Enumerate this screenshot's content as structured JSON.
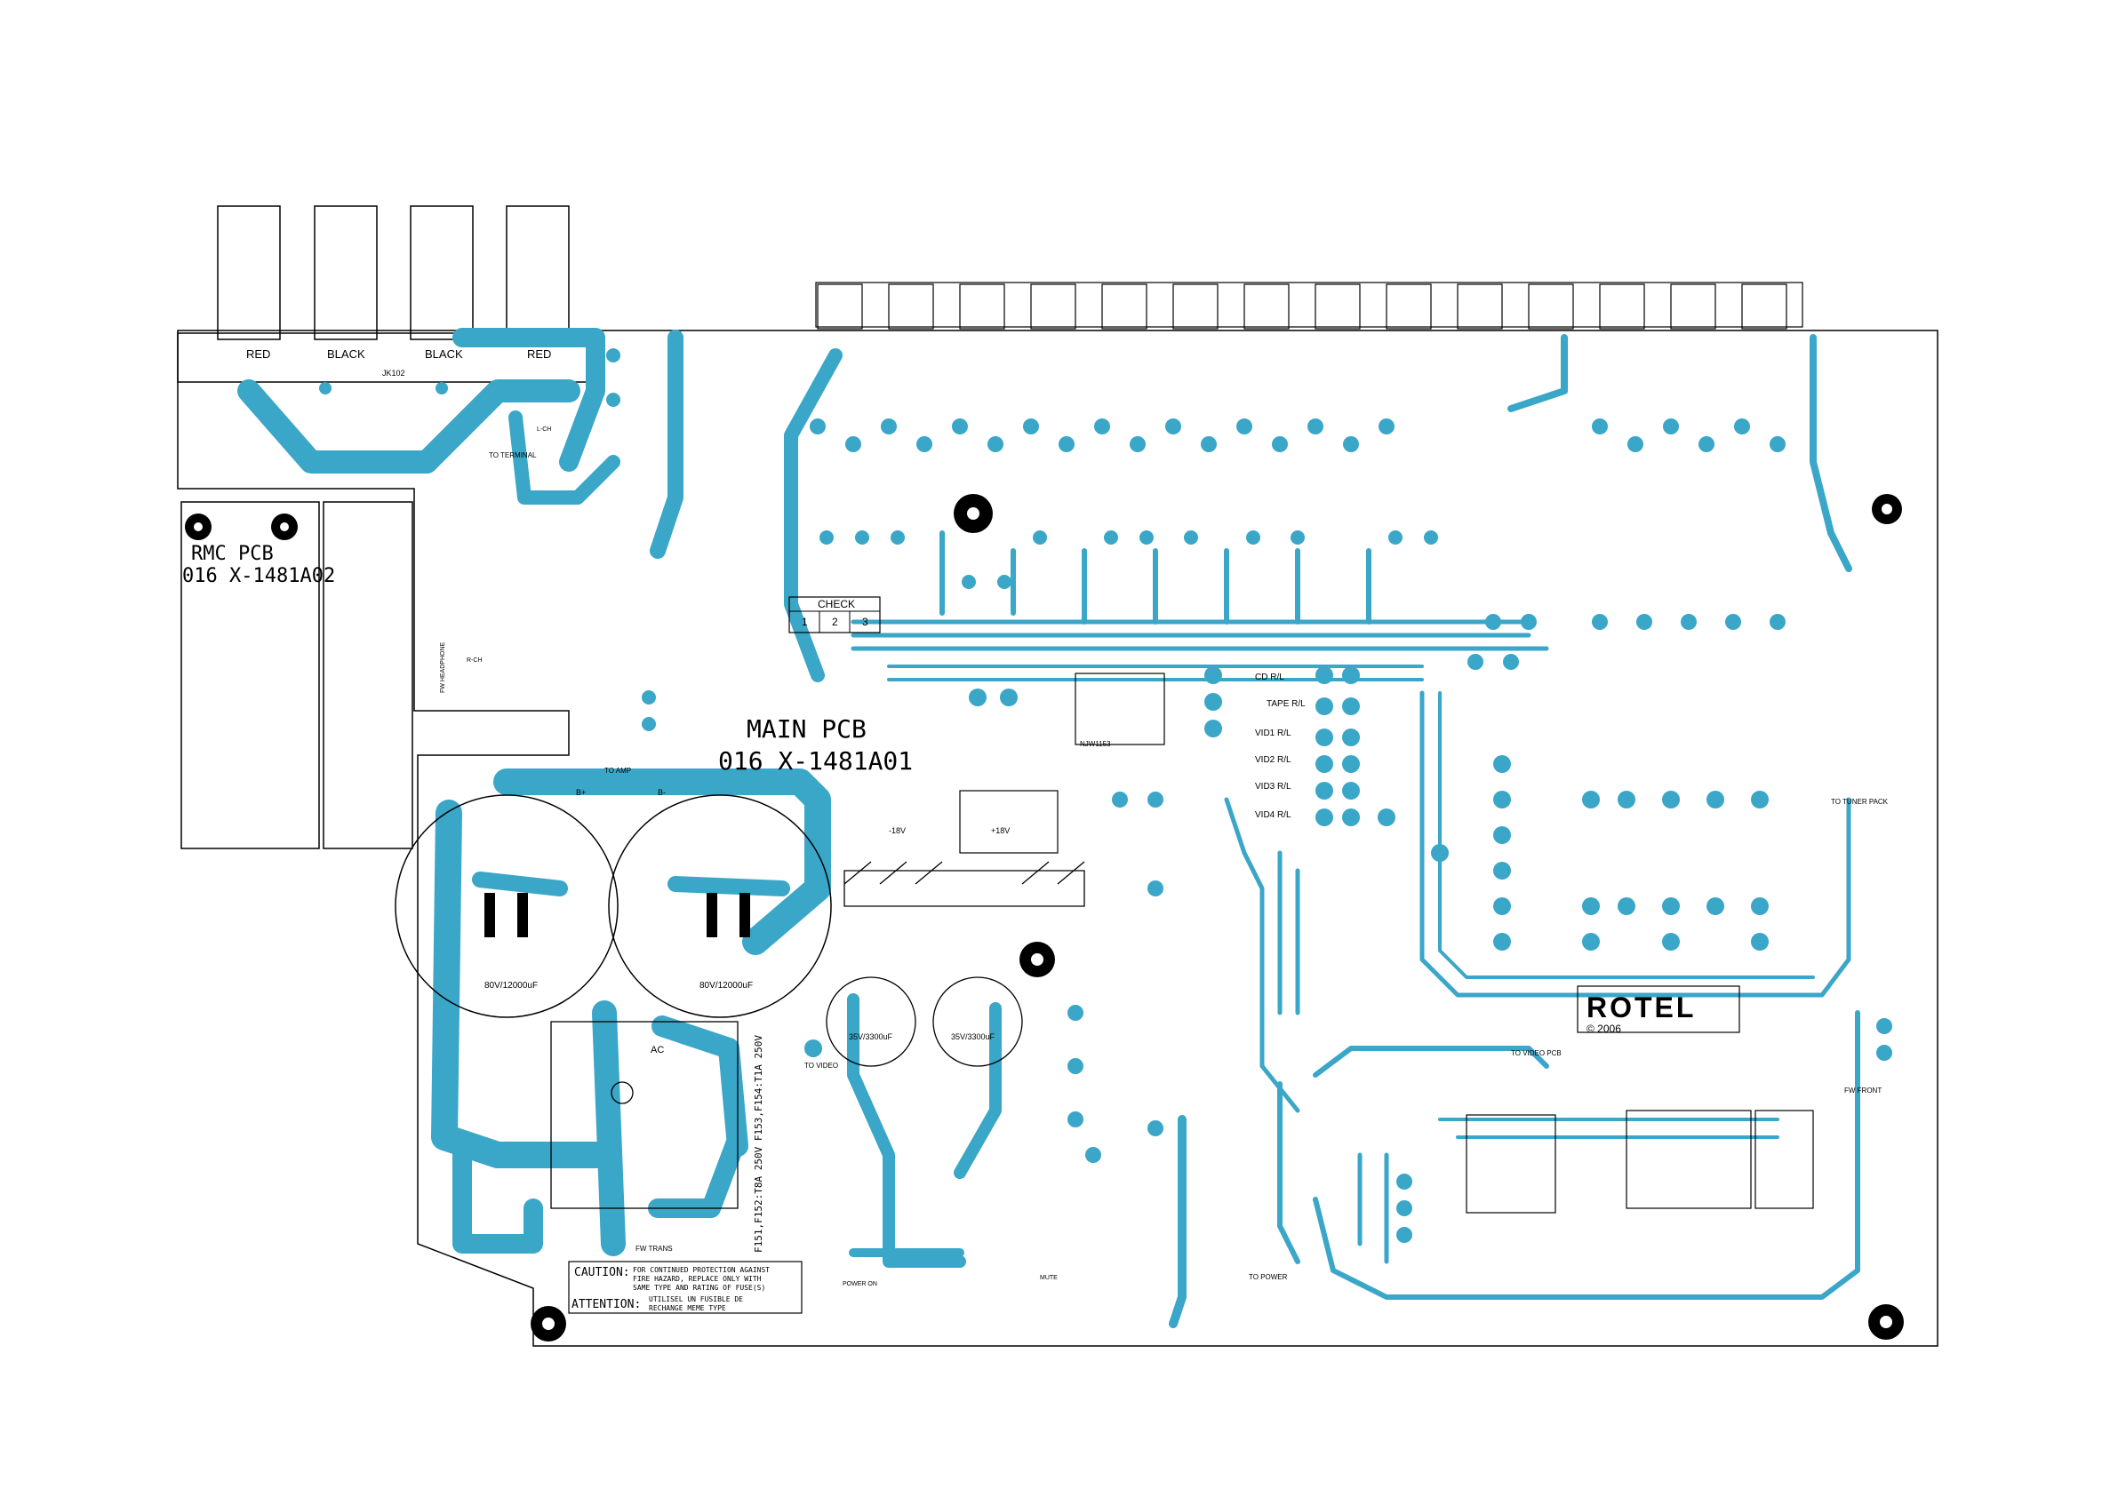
{
  "colors": {
    "trace": "#3aa6c8",
    "line": "#000000",
    "background": "#ffffff"
  },
  "speaker_terminals": [
    "RED",
    "BLACK",
    "BLACK",
    "RED"
  ],
  "speaker_terminal_ref": "JK102",
  "rmc_pcb": {
    "line1": "RMC PCB",
    "line2": "016 X-1481A02"
  },
  "main_pcb": {
    "line1": "MAIN PCB",
    "line2": "016 X-1481A01"
  },
  "check_box": {
    "title": "CHECK",
    "cells": [
      "1",
      "2",
      "3"
    ]
  },
  "brand": {
    "logo": "ROTEL",
    "copyright": "© 2006"
  },
  "caps": {
    "left": "80V/12000uF",
    "right": "80V/12000uF",
    "small_left": "35V/3300uF",
    "small_right": "35V/3300uF"
  },
  "fuse_label": "F151,F152:T8A 250V  F153,F154:T1A 250V",
  "caution": {
    "caution_title": "CAUTION:",
    "caution_l1": "FOR CONTINUED PROTECTION AGAINST",
    "caution_l2": "FIRE HAZARD, REPLACE ONLY WITH",
    "caution_l3": "SAME TYPE AND RATING OF FUSE(S)",
    "attention_title": "ATTENTION:",
    "attention_l1": "UTILISEL UN FUSIBLE DE",
    "attention_l2": "RECHANGE MEME TYPE"
  },
  "labels": {
    "to_terminal": "TO TERMINAL",
    "to_amp": "TO AMP",
    "fw_trans": "FW TRANS",
    "to_video": "TO VIDEO",
    "to_video_pcb": "TO VIDEO PCB",
    "to_power": "TO POWER",
    "to_tuner_pack": "TO TUNER PACK",
    "fw_front": "FW FRONT",
    "cd_rl": "CD R/L",
    "tape_rl": "TAPE R/L",
    "vid1_rl": "VID1 R/L",
    "vid2_rl": "VID2 R/L",
    "vid3_rl": "VID3 R/L",
    "vid4_rl": "VID4 R/L",
    "minus18": "-18V",
    "plus18": "+18V",
    "power_on": "POWER ON",
    "mute": "MUTE",
    "ac": "AC",
    "b_plus": "B+",
    "b_minus": "B-",
    "fw_headphone": "FW HEADPHONE",
    "r_ch": "R-CH",
    "l_ch": "L-CH",
    "ic_ref": "NJW1153"
  }
}
